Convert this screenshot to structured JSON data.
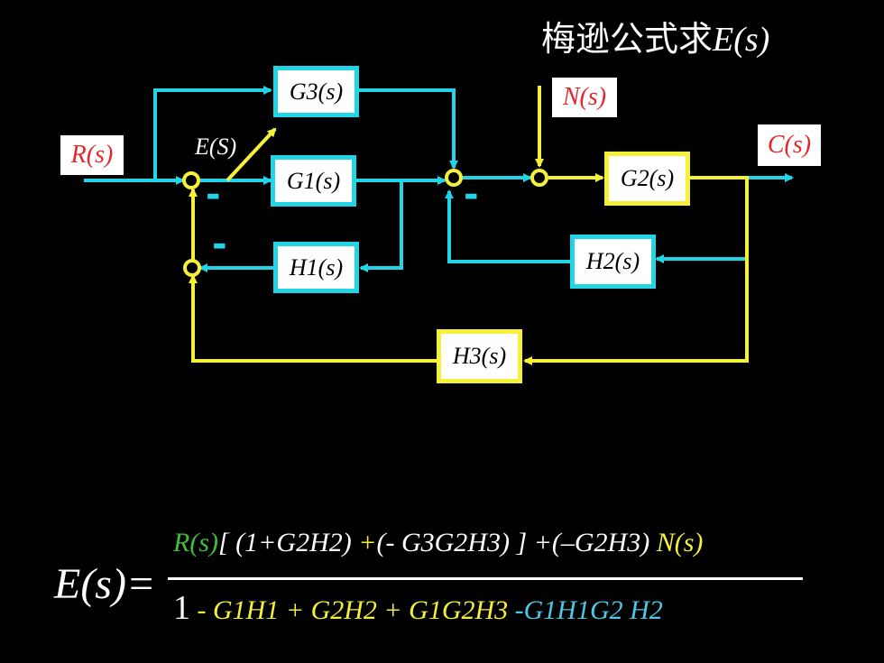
{
  "title": {
    "text": "梅逊公式求",
    "math": "E(s)"
  },
  "blocks": {
    "g3": "G3(s)",
    "g1": "G1(s)",
    "h1": "H1(s)",
    "g2": "G2(s)",
    "h2": "H2(s)",
    "h3": "H3(s)"
  },
  "signals": {
    "r": "R(s)",
    "n": "N(s)",
    "c": "C(s)",
    "e": "E(S)"
  },
  "minus_sign": "-",
  "formula": {
    "lhs": "E(s)=",
    "numerator": {
      "r_term": "R(s)",
      "bracket_open": "[",
      "term1": "(1+G2H2)",
      "plus1": "+",
      "term2": "(- G3G2H3)",
      "bracket_close": "]",
      "plus2": "+",
      "term3": "(–G2H3)",
      "n_term": "N(s)"
    },
    "denominator": {
      "one": "1",
      "t1": "- G1H1",
      "t2": "+ G2H2",
      "t3": "+ G1G2H3",
      "t4": "-G1H1G2 H2"
    }
  },
  "colors": {
    "cyan": "#21d4e6",
    "yellow": "#f5f13a",
    "red": "#e3282b",
    "green": "#3fbf3a"
  }
}
